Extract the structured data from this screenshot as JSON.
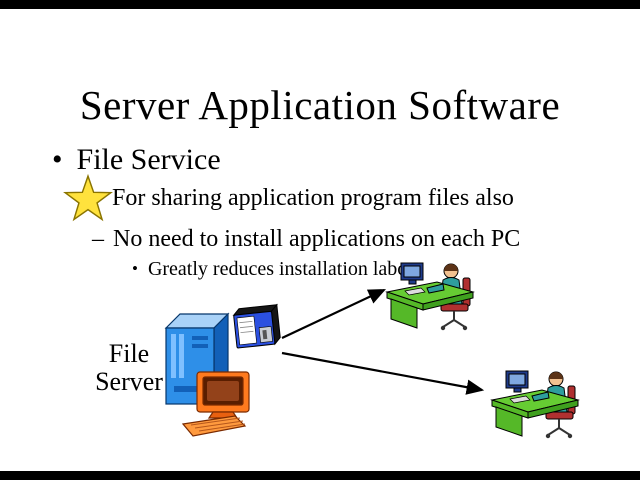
{
  "slide": {
    "title": "Server Application Software",
    "bullet1": {
      "marker": "•",
      "text": "File Service"
    },
    "bullet2a": {
      "text": "For sharing application program files also"
    },
    "bullet2b": {
      "marker": "–",
      "text": "No need to install applications on each PC"
    },
    "bullet3": {
      "marker": "•",
      "text": "Greatly reduces installation labor"
    },
    "file_server_label": {
      "line1": "File",
      "line2": "Server"
    },
    "colors": {
      "star_yellow": "#FFE23D",
      "server_blue": "#2E8FE8",
      "desk_green": "#66CC33",
      "computer_orange": "#FF7A1E"
    }
  }
}
